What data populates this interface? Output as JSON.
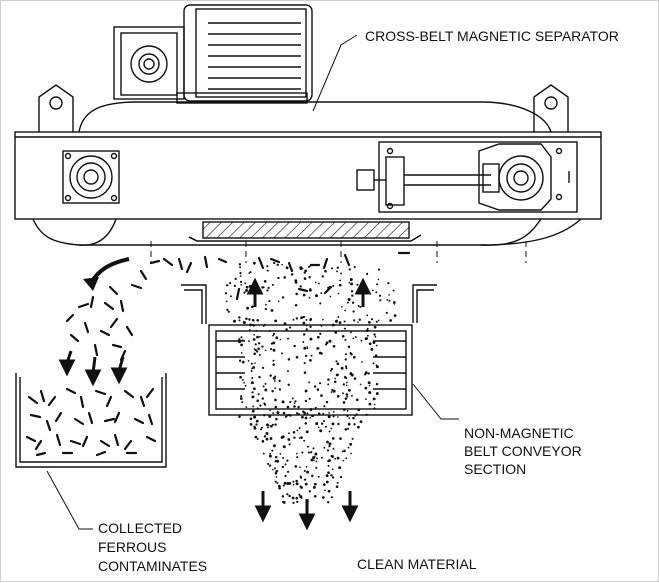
{
  "labels": {
    "separator": "CROSS-BELT MAGNETIC SEPARATOR",
    "conveyor_line1": "NON-MAGNETIC",
    "conveyor_line2": "BELT CONVEYOR",
    "conveyor_line3": "SECTION",
    "collected_line1": "COLLECTED",
    "collected_line2": "FERROUS",
    "collected_line3": "CONTAMINATES",
    "clean": "CLEAN MATERIAL"
  },
  "colors": {
    "ink": "#111111",
    "background": "#ffffff"
  }
}
